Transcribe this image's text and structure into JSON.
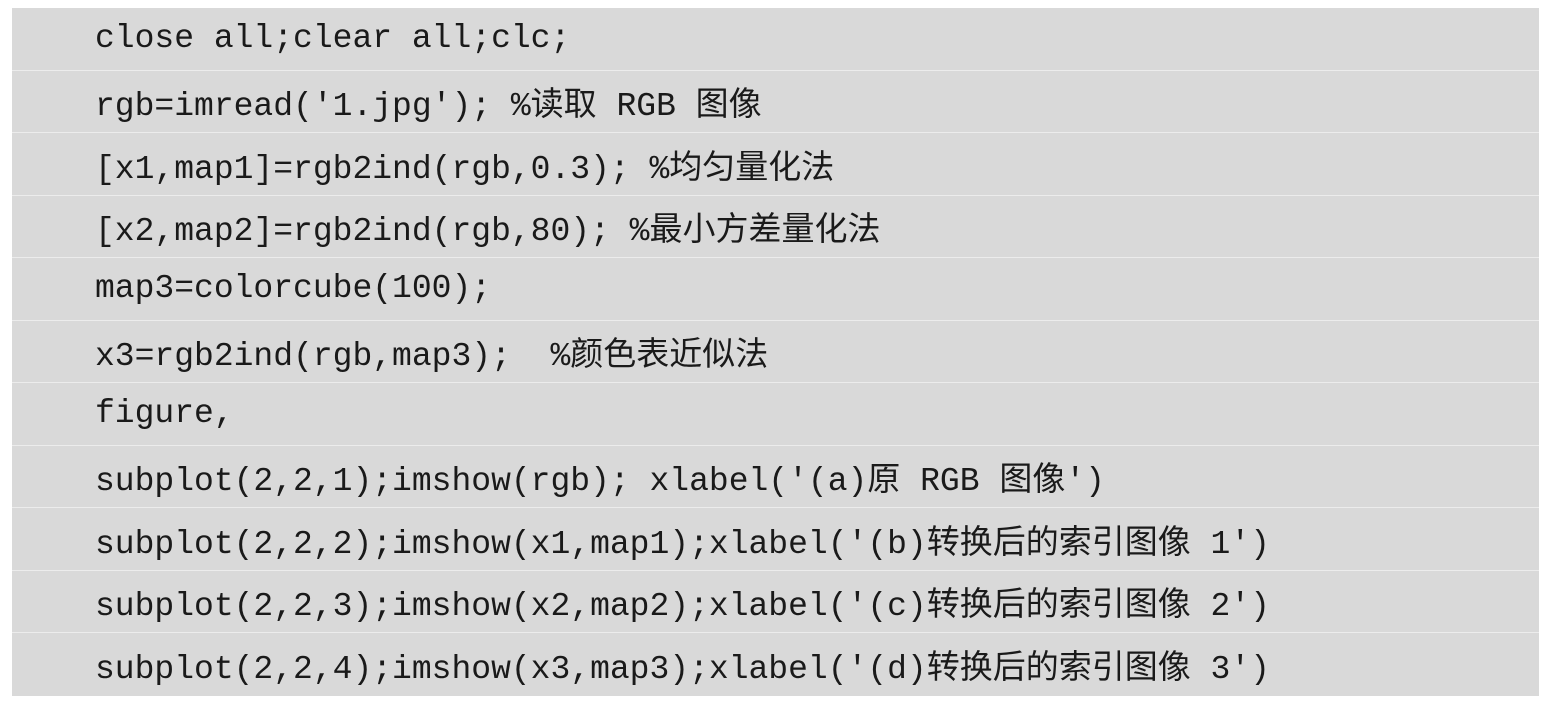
{
  "code": {
    "lines": [
      "close all;clear all;clc;",
      "rgb=imread('1.jpg'); %读取 RGB 图像",
      "[x1,map1]=rgb2ind(rgb,0.3); %均匀量化法",
      "[x2,map2]=rgb2ind(rgb,80); %最小方差量化法",
      "map3=colorcube(100);",
      "x3=rgb2ind(rgb,map3);  %颜色表近似法",
      "figure,",
      "subplot(2,2,1);imshow(rgb); xlabel('(a)原 RGB 图像')",
      "subplot(2,2,2);imshow(x1,map1);xlabel('(b)转换后的索引图像 1')",
      "subplot(2,2,3);imshow(x2,map2);xlabel('(c)转换后的索引图像 2')",
      "subplot(2,2,4);imshow(x3,map3);xlabel('(d)转换后的索引图像 3')"
    ]
  },
  "colors": {
    "background": "#d9d9d9",
    "text": "#1a1a1a"
  }
}
